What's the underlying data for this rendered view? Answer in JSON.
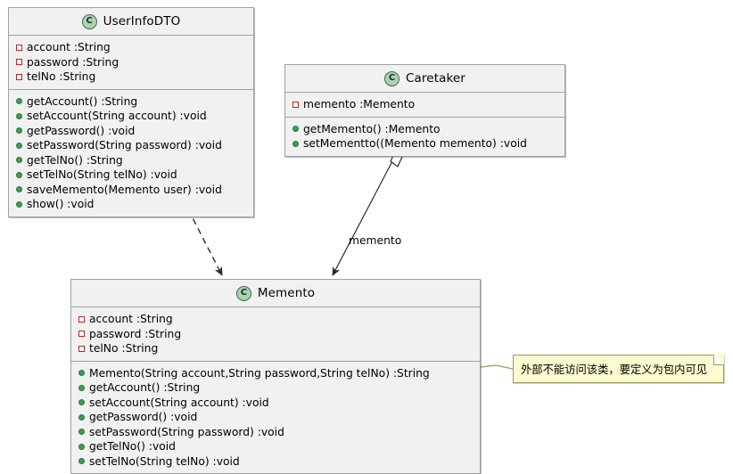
{
  "diagram": {
    "type": "uml-class-diagram",
    "background": "#ffffff",
    "class_box_fill": "#f1f1f1",
    "class_box_border": "#a0a0a0",
    "class_icon_fill": "#add1b2",
    "private_marker_color": "#c02020",
    "public_marker_color": "#38a050",
    "note_fill": "#fbfbcf",
    "note_border": "#9a9a5a"
  },
  "classes": {
    "user_info_dto": {
      "name": "UserInfoDTO",
      "icon": "class-icon-C",
      "icon_letter": "C",
      "fields": [
        {
          "marker": "private-field",
          "text": "account :String"
        },
        {
          "marker": "private-field",
          "text": "password :String"
        },
        {
          "marker": "private-field",
          "text": "telNo :String"
        }
      ],
      "methods": [
        {
          "marker": "public-method",
          "text": "getAccount() :String"
        },
        {
          "marker": "public-method",
          "text": "setAccount(String account) :void"
        },
        {
          "marker": "public-method",
          "text": "getPassword() :void"
        },
        {
          "marker": "public-method",
          "text": "setPassword(String password) :void"
        },
        {
          "marker": "public-method",
          "text": "getTelNo() :String"
        },
        {
          "marker": "public-method",
          "text": "setTelNo(String telNo) :void"
        },
        {
          "marker": "public-method",
          "text": "saveMemento(Memento user) :void"
        },
        {
          "marker": "public-method",
          "text": "show() :void"
        }
      ]
    },
    "caretaker": {
      "name": "Caretaker",
      "icon": "class-icon-C",
      "icon_letter": "C",
      "fields": [
        {
          "marker": "private-field",
          "text": "memento :Memento"
        }
      ],
      "methods": [
        {
          "marker": "public-method",
          "text": "getMemento() :Memento"
        },
        {
          "marker": "public-method",
          "text": "setMementto((Memento memento) :void"
        }
      ]
    },
    "memento": {
      "name": "Memento",
      "icon": "class-icon-C",
      "icon_letter": "C",
      "fields": [
        {
          "marker": "private-field",
          "text": "account :String"
        },
        {
          "marker": "private-field",
          "text": "password :String"
        },
        {
          "marker": "private-field",
          "text": "telNo :String"
        }
      ],
      "methods": [
        {
          "marker": "public-method",
          "text": "Memento(String account,String password,String telNo) :String"
        },
        {
          "marker": "public-method",
          "text": "getAccount() :String"
        },
        {
          "marker": "public-method",
          "text": "setAccount(String account) :void"
        },
        {
          "marker": "public-method",
          "text": "getPassword() :void"
        },
        {
          "marker": "public-method",
          "text": "setPassword(String password) :void"
        },
        {
          "marker": "public-method",
          "text": "getTelNo() :void"
        },
        {
          "marker": "public-method",
          "text": "setTelNo(String telNo) :void"
        }
      ]
    }
  },
  "relationships": [
    {
      "id": "dependency-userinfodto-memento",
      "kind": "dependency",
      "style": "dashed",
      "from": "UserInfoDTO",
      "to": "Memento",
      "arrowhead": "open-arrow",
      "label": ""
    },
    {
      "id": "aggregation-caretaker-memento",
      "kind": "aggregation",
      "style": "solid",
      "from": "Caretaker",
      "to": "Memento",
      "arrowhead": "open-arrow",
      "source_decoration": "hollow-diamond",
      "label": "memento"
    },
    {
      "id": "note-link-memento",
      "kind": "note-link",
      "style": "solid",
      "from": "Memento",
      "to": "note"
    }
  ],
  "note": {
    "text": "外部不能访问该类，要定义为包内可见"
  }
}
